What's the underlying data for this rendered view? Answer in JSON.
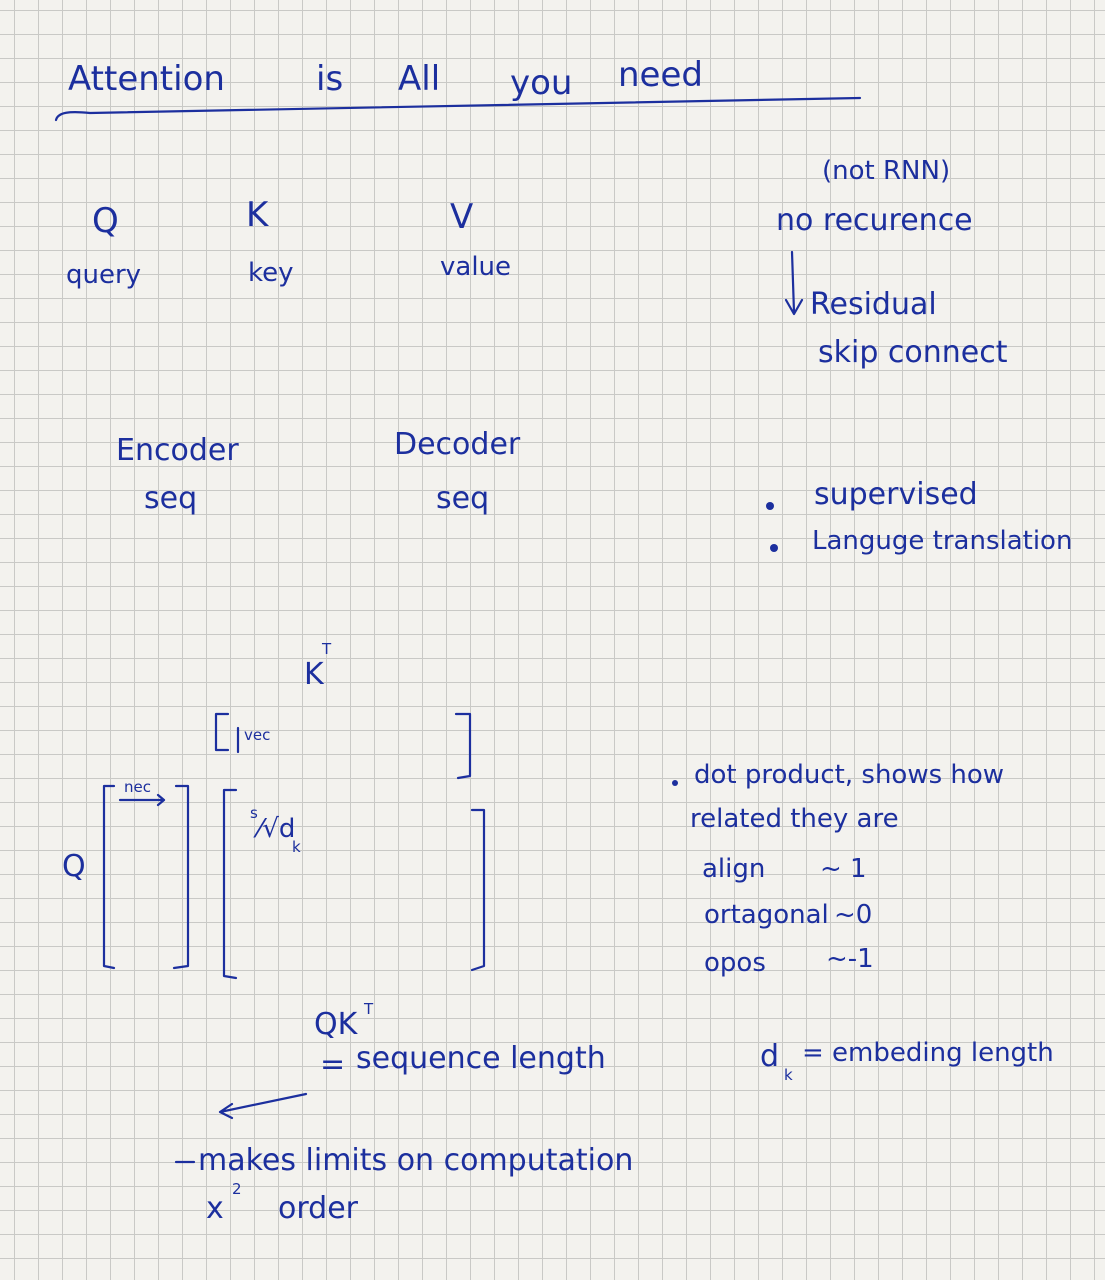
{
  "title": {
    "w1": "Attention",
    "w2": "is",
    "w3": "All",
    "w4": "you",
    "w5": "need"
  },
  "qkv": [
    {
      "symbol": "Q",
      "word": "query"
    },
    {
      "symbol": "K",
      "word": "key"
    },
    {
      "symbol": "V",
      "word": "value"
    }
  ],
  "notes_right": {
    "not_rnn": "(not RNN)",
    "no_recurrence": "no recurence",
    "residual": "Residual",
    "skip_connect": "skip connect"
  },
  "encoder": {
    "title": "Encoder",
    "sub": "seq"
  },
  "decoder": {
    "title": "Decoder",
    "sub": "seq"
  },
  "bullets": [
    "supervised",
    "Languge translation"
  ],
  "matrix": {
    "kt_label": "K",
    "kt_sup": "T",
    "vec_label": "vec",
    "nec_label": "nec",
    "q_label": "Q",
    "scale_label": "⁄√d",
    "scale_num": "s",
    "scale_sub": "k"
  },
  "dot_notes": {
    "line1": "dot product, shows how",
    "line2": "related they are",
    "align": "align",
    "align_val": "~ 1",
    "ortho": "ortagonal",
    "ortho_val": "~0",
    "opos": "opos",
    "opos_val": "~-1"
  },
  "qk": {
    "label": "QK",
    "sup": "T",
    "eq": "=",
    "text": "sequence length"
  },
  "dk": {
    "d": "d",
    "sub": "k",
    "text": "= embeding length"
  },
  "limits": {
    "line1": "makes limits on computation",
    "x": "x",
    "x_sup": "2",
    "order": "order"
  }
}
